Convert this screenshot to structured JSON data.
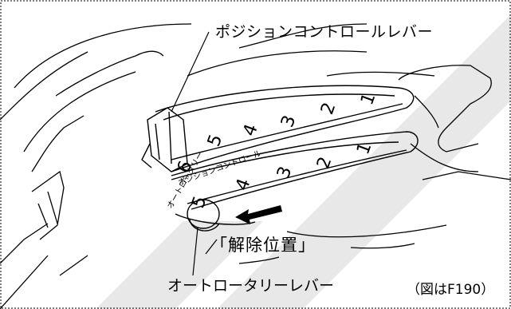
{
  "labels": {
    "position_control_lever": "ポジションコントロールレバー",
    "release_position": "「解除位置」",
    "auto_rotary_lever": "オートロータリーレバー",
    "figure_note": "（図はF190）"
  },
  "lever_tracks": {
    "upper_numbers": [
      "6",
      "5",
      "4",
      "3",
      "2",
      "1"
    ],
    "upper_text": "ポジションコントロール",
    "lower_numbers": [
      "5",
      "4",
      "3",
      "2",
      "1"
    ],
    "lower_text": "オートロータリー"
  },
  "colors": {
    "line": "#000000",
    "background": "#ffffff",
    "watermark": "#e6e6e6"
  },
  "icons": {
    "release_arrow": "left-arrow-icon"
  }
}
